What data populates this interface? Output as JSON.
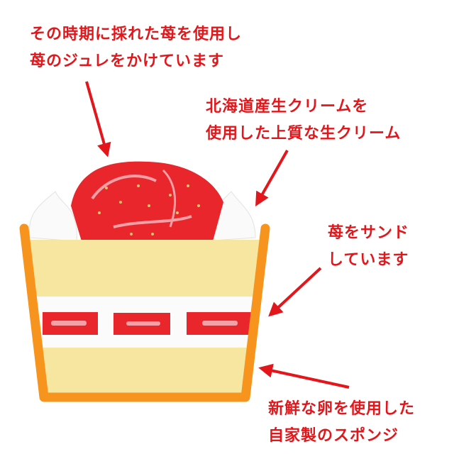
{
  "colors": {
    "annotation": "#e3171b",
    "cup": "#f7941d",
    "sponge": "#f6e6a0",
    "cream": "#ffffff",
    "strawberry": "#e8262b"
  },
  "annotations": [
    {
      "lines": [
        "その時期に採れた苺を使用し",
        "苺のジュレをかけています"
      ],
      "target": "strawberry-topping"
    },
    {
      "lines": [
        "北海道産生クリームを",
        "使用した上質な生クリーム"
      ],
      "target": "whipped-cream"
    },
    {
      "lines": [
        "苺をサンド",
        "しています"
      ],
      "target": "strawberry-layer"
    },
    {
      "lines": [
        "新鮮な卵を使用した",
        "自家製のスポンジ"
      ],
      "target": "sponge-cake"
    }
  ]
}
